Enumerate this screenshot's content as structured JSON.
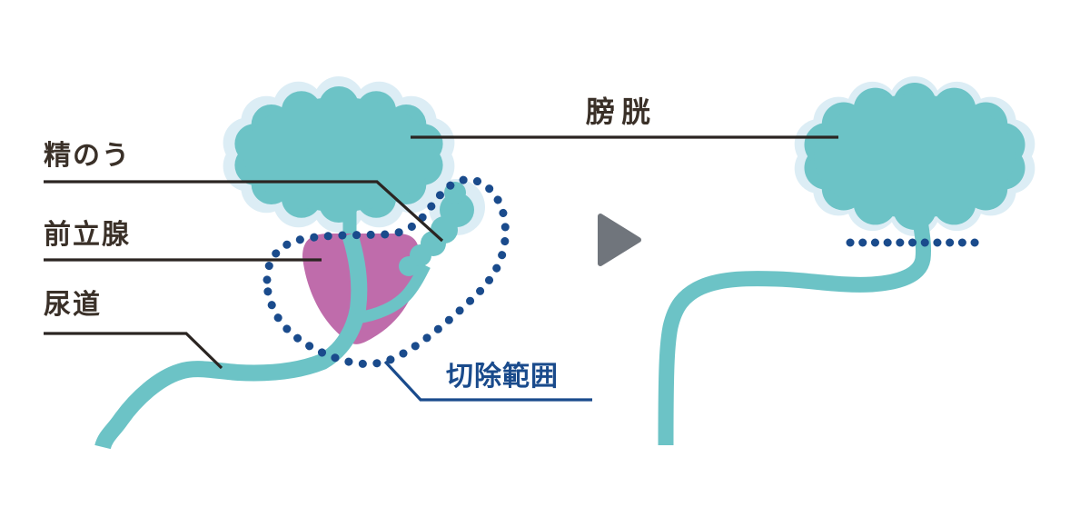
{
  "figure": {
    "type": "medical-anatomy-diagram",
    "labels": {
      "seminal_vesicle": "精のう",
      "prostate": "前立腺",
      "urethra": "尿道",
      "bladder": "膀胱",
      "resection_area": "切除範囲"
    },
    "icons": {
      "transition_arrow": "right-triangle-arrow"
    }
  },
  "colors": {
    "organ_teal": "#6cc3c6",
    "organ_halo": "#dcedf5",
    "prostate_purple": "#bf6cab",
    "resection_navy": "#1a4b8c",
    "label_ink": "#3a3028",
    "leader_line": "#2b2522",
    "arrow_gray": "#70757c",
    "background": "#ffffff"
  }
}
